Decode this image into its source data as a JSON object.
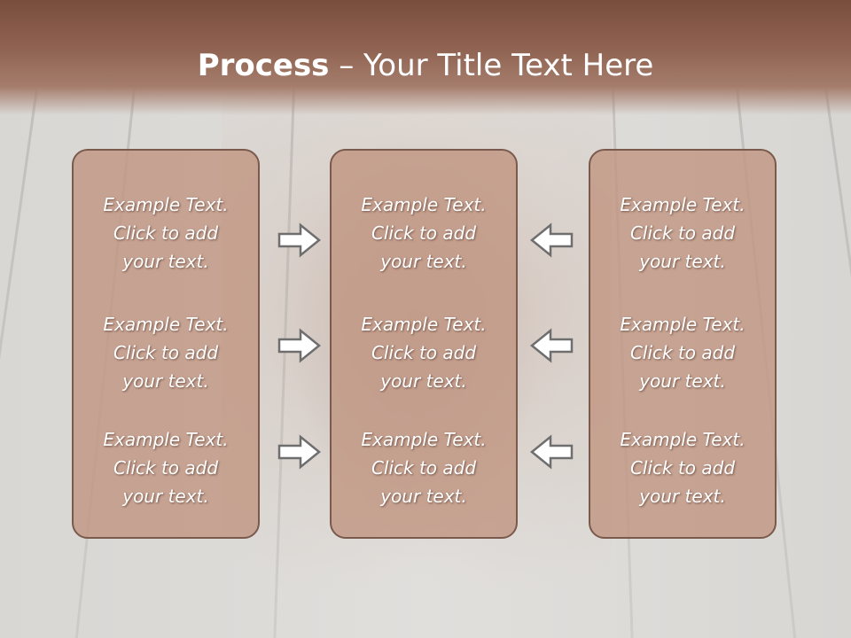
{
  "title": {
    "bold": "Process",
    "rest": " – Your Title Text Here"
  },
  "boxes": [
    {
      "items": [
        {
          "line1": "Example Text.",
          "line2": "Click  to add",
          "line3": "your text."
        },
        {
          "line1": "Example Text.",
          "line2": "Click  to add",
          "line3": "your text."
        },
        {
          "line1": "Example Text.",
          "line2": "Click  to add",
          "line3": "your text."
        }
      ]
    },
    {
      "items": [
        {
          "line1": "Example Text.",
          "line2": "Click  to add",
          "line3": "your text."
        },
        {
          "line1": "Example Text.",
          "line2": "Click  to add",
          "line3": "your text."
        },
        {
          "line1": "Example Text.",
          "line2": "Click  to add",
          "line3": "your text."
        }
      ]
    },
    {
      "items": [
        {
          "line1": "Example Text.",
          "line2": "Click  to add",
          "line3": "your text."
        },
        {
          "line1": "Example Text.",
          "line2": "Click  to add",
          "line3": "your text."
        },
        {
          "line1": "Example Text.",
          "line2": "Click  to add",
          "line3": "your text."
        }
      ]
    }
  ],
  "arrows": {
    "left_group": "arrow-right-icon",
    "right_group": "arrow-left-icon"
  },
  "colors": {
    "title_band": "#8e6150",
    "box_fill": "#c19682",
    "box_border": "#7a5a4c",
    "text": "#ffffff"
  }
}
